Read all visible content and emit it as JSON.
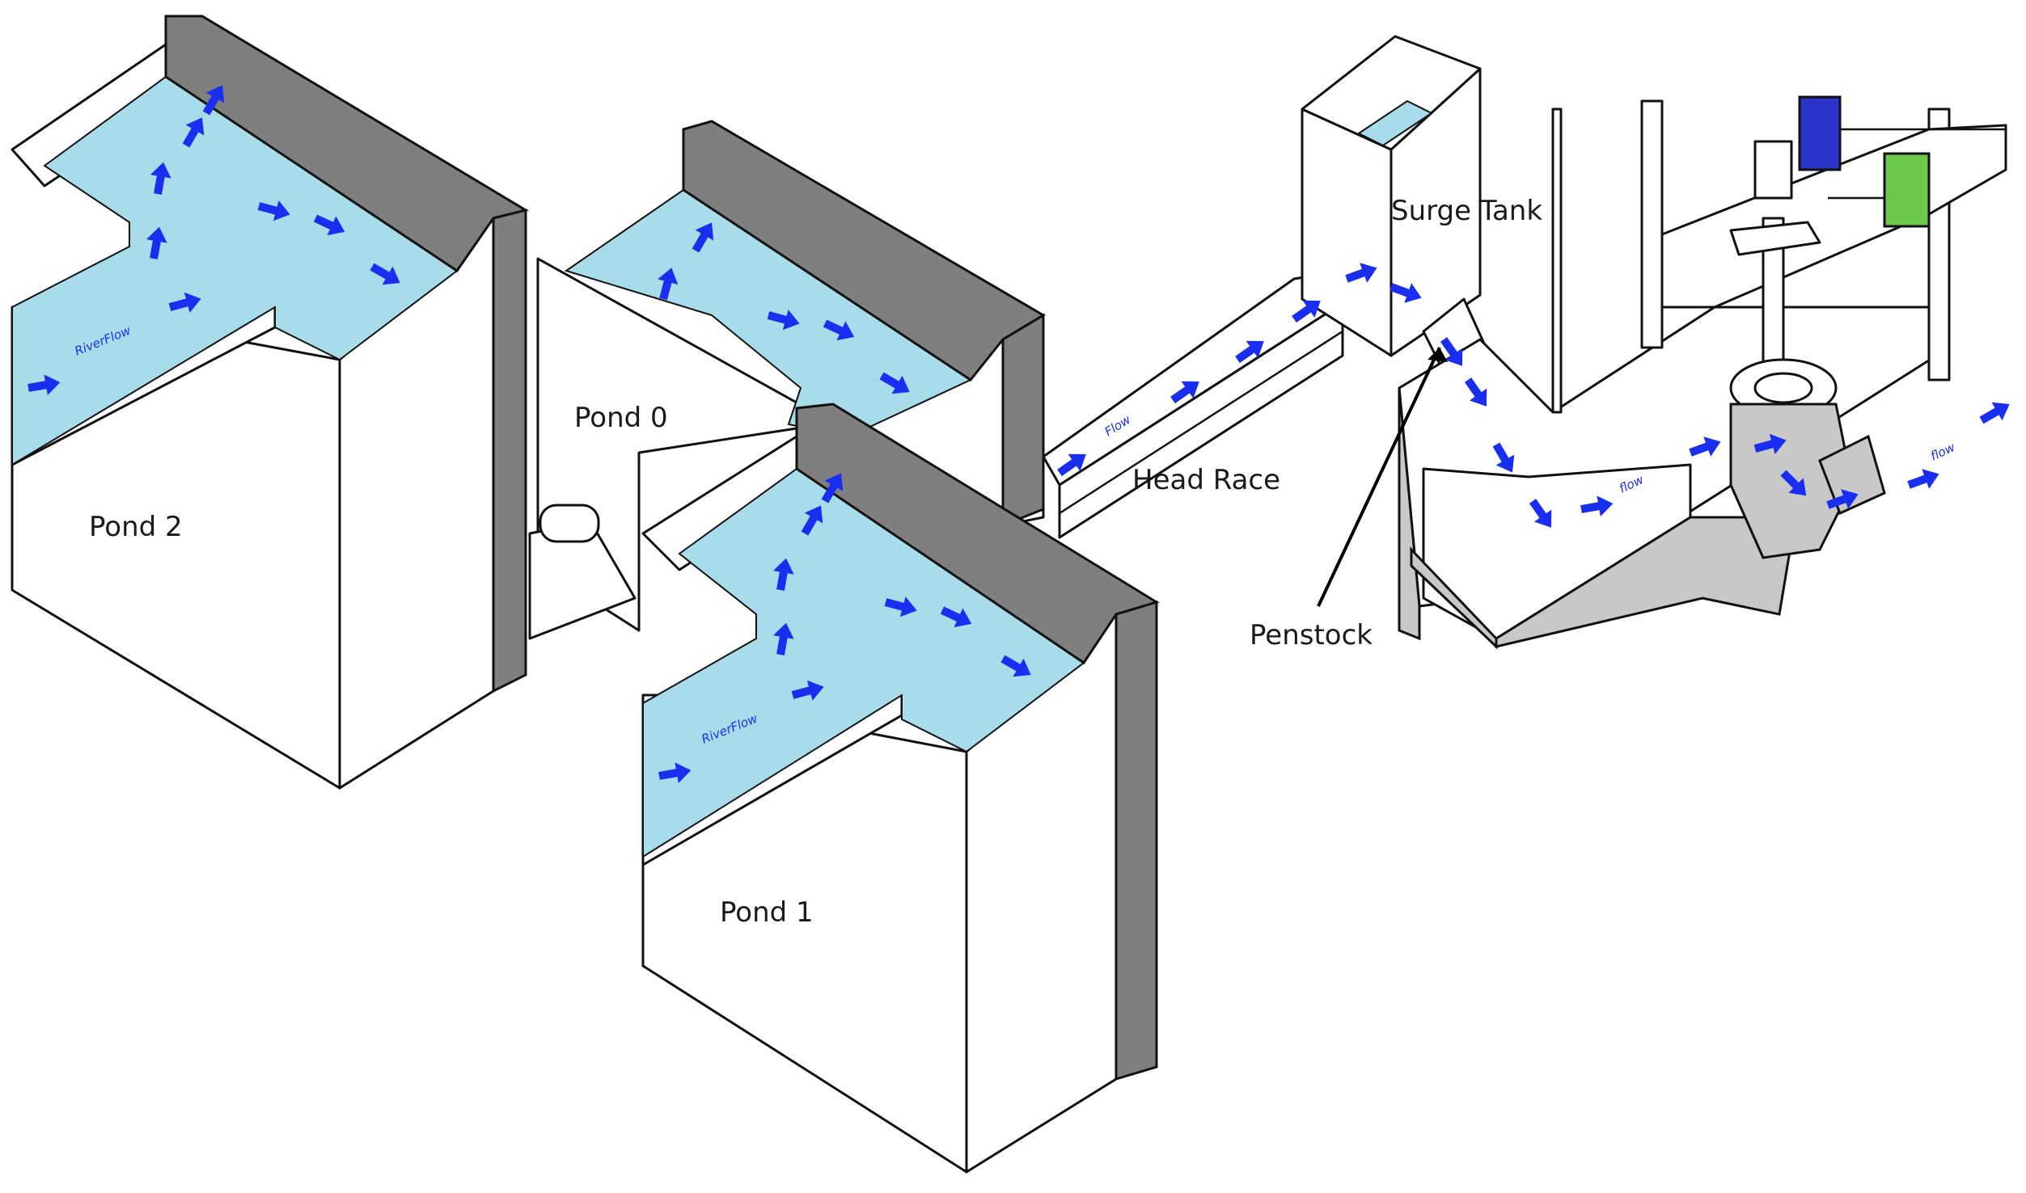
{
  "labels": {
    "pond2": "Pond 2",
    "pond0": "Pond 0",
    "pond1": "Pond 1",
    "head_race": "Head Race",
    "surge_tank": "Surge Tank",
    "penstock": "Penstock"
  },
  "flow_text": {
    "river_flow": "RiverFlow",
    "flow": "Flow",
    "small": "flow"
  },
  "colors": {
    "water": "#a8dcea",
    "arrow": "#1a2ef0",
    "wall_gray": "#7f7f7f",
    "light_gray": "#c8c8c8",
    "box_blue": "#2a34c8",
    "box_green": "#6cc84a"
  }
}
